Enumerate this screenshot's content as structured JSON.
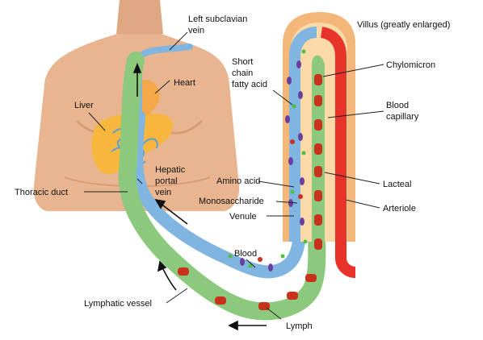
{
  "labels": {
    "left_subclavian_vein": [
      "Left subclavian",
      "vein"
    ],
    "heart": "Heart",
    "liver": "Liver",
    "short_chain_fatty_acid": [
      "Short",
      "chain",
      "fatty acid"
    ],
    "villus": "Villus (greatly enlarged)",
    "chylomicron": "Chylomicron",
    "blood_capillary": [
      "Blood",
      "capillary"
    ],
    "hepatic_portal_vein": [
      "Hepatic",
      "portal",
      "vein"
    ],
    "thoracic_duct": "Thoracic duct",
    "amino_acid": "Amino acid",
    "monosaccharide": "Monosaccharide",
    "venule": "Venule",
    "lacteal": "Lacteal",
    "arteriole": "Arteriole",
    "blood": "Blood",
    "lymphatic_vessel": "Lymphatic vessel",
    "lymph": "Lymph"
  },
  "colors": {
    "skin": "#e8b590",
    "skin_shadow": "#d89c74",
    "liver": "#f7b63e",
    "vein_blue": "#7fb5e0",
    "lymph_green": "#8cc97c",
    "artery_red": "#e8332a",
    "villus_outer": "#f2b779",
    "nutrient_purple": "#6a3fa0",
    "nutrient_green": "#4fbf3f",
    "cell_red": "#c8321d"
  }
}
